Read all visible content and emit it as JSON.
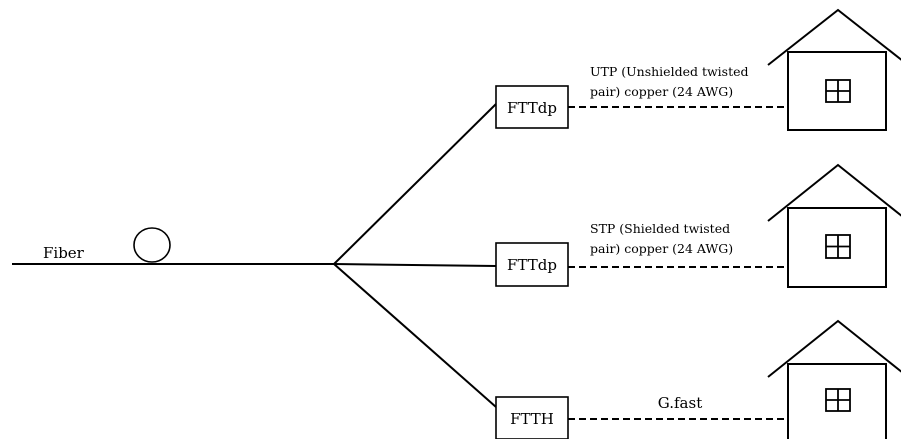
{
  "fiber_label": "Fiber",
  "nodes": [
    {
      "label": "FTTdp",
      "link_label_1": "UTP (Unshielded twisted",
      "link_label_2": "pair) copper (24 AWG)"
    },
    {
      "label": "FTTdp",
      "link_label_1": "STP (Shielded twisted",
      "link_label_2": "pair) copper (24 AWG)"
    },
    {
      "label": "FTTH",
      "link_label_1": "G.fast",
      "link_label_2": ""
    }
  ],
  "colors": {
    "stroke": "#000000",
    "background": "#ffffff"
  }
}
